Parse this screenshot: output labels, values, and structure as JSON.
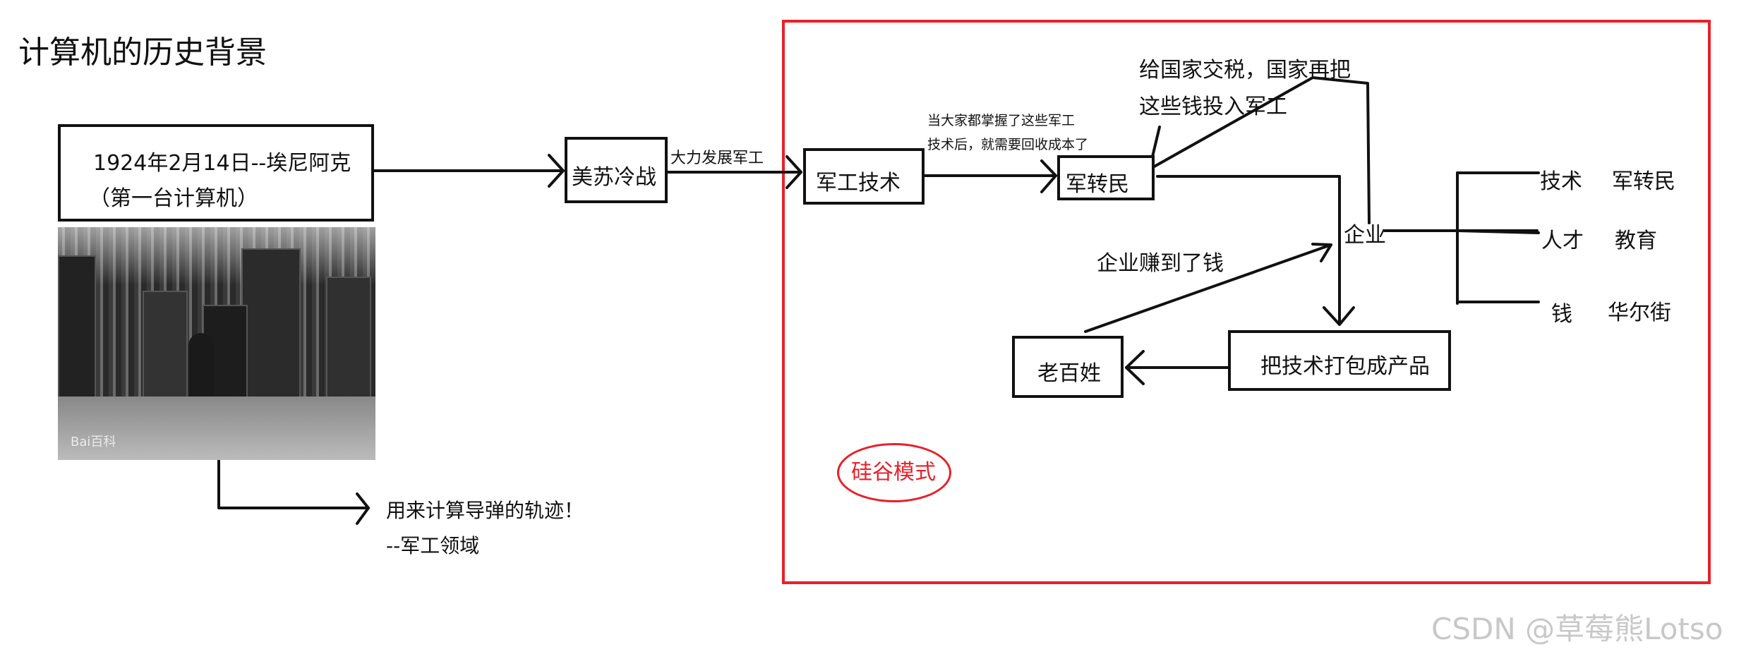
{
  "title": "计算机的历史背景",
  "eniac_box": {
    "line1": "1924年2月14日--埃尼阿克",
    "line2": "（第一台计算机）"
  },
  "photo": {
    "watermark": "Bai百科"
  },
  "missile": {
    "line1": "用来计算导弹的轨迹！",
    "line2": "--军工领域"
  },
  "cold_war_box": "美苏冷战",
  "arrow_military_label": "大力发展军工",
  "military_tech_box": "军工技术",
  "after_mastery_label": {
    "line1": "当大家都掌握了这些军工",
    "line2": "技术后，就需要回收成本了"
  },
  "civil_box": "军转民",
  "tax_label": {
    "line1": "给国家交税，国家再把",
    "line2": "这些钱投入军工"
  },
  "enterprise_label": "企业",
  "branches": [
    {
      "left": "技术",
      "right": "军转民"
    },
    {
      "left": "人才",
      "right": "教育"
    },
    {
      "left": "钱",
      "right": "华尔街"
    }
  ],
  "profit_label": "企业赚到了钱",
  "package_box": "把技术打包成产品",
  "people_box": "老百姓",
  "silicon_valley": "硅谷模式",
  "colors": {
    "frame": "#e8202a",
    "silicon_text": "#e8202a",
    "ink": "#111111",
    "watermark": "#c8c8c8"
  },
  "watermark": "CSDN @草莓熊Lotso"
}
